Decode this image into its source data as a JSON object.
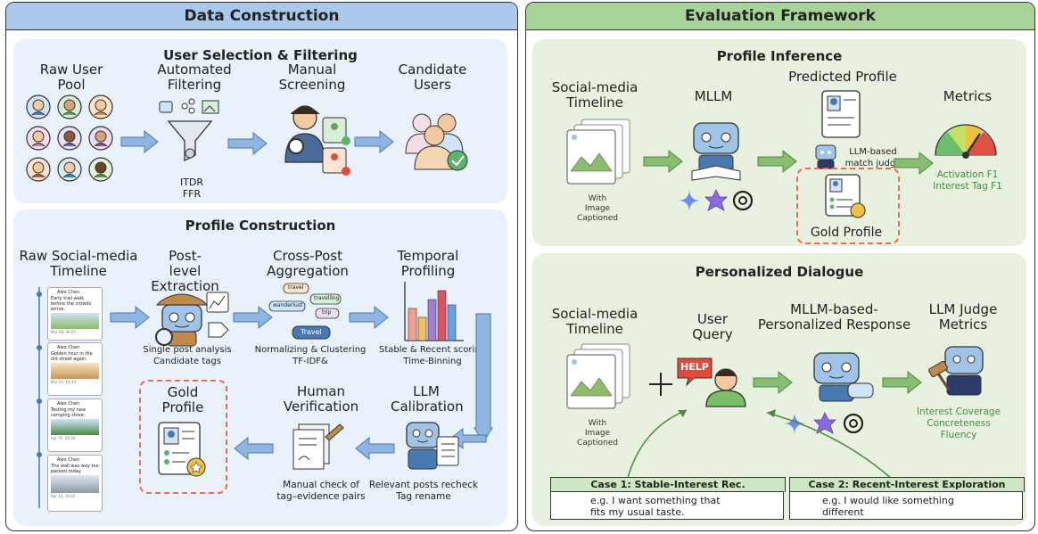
{
  "left_panel": {
    "title": "Data Construction",
    "user_selection": {
      "title": "User Selection & Filtering",
      "raw_user_pool": "Raw User\nPool",
      "automated_filtering": "Automated\nFiltering",
      "filter_codes": "ITDR\nFFR",
      "manual_screening": "Manual\nScreening",
      "candidate_users": "Candidate\nUsers"
    },
    "profile_construction": {
      "title": "Profile Construction",
      "raw_timeline": "Raw Social-media\nTimeline",
      "post_level": "Post-\nlevel\nExtraction",
      "post_level_caption": "Single post analysis\nCandidate tags",
      "cross_post": "Cross-Post\nAggregation",
      "cross_post_caption": "Normalizing & Clustering\nTF-IDF&",
      "temporal": "Temporal\nProfiling",
      "temporal_caption": "Stable & Recent scoring\nTime-Binning",
      "llm_calibration": "LLM\nCalibration",
      "llm_calibration_caption": "Relevant posts recheck\nTag rename",
      "human_verification": "Human\nVerification",
      "human_verification_caption": "Manual check of\ntag–evidence pairs",
      "gold_profile": "Gold\nProfile",
      "tag_words": [
        "travel",
        "travelling",
        "trip",
        "wanderlust",
        "Travel"
      ],
      "timeline_posts": [
        {
          "user": "Alex Chen",
          "text": "Early trail walk before the crowds arrive.",
          "date": "Mar 08, 08:07"
        },
        {
          "user": "Alex Chen",
          "text": "Golden hour in the old street again.",
          "date": "Mar 22, 18:43"
        },
        {
          "user": "Alex Chen",
          "text": "Testing my new camping stove.",
          "date": "Apr 05, 20:30"
        },
        {
          "user": "Alex Chen",
          "text": "The wall was way too packed today.",
          "date": "Apr 12, 16:00"
        }
      ]
    }
  },
  "right_panel": {
    "title": "Evaluation Framework",
    "profile_inference": {
      "title": "Profile Inference",
      "timeline": "Social-media\nTimeline",
      "timeline_caption": "With\nImage\nCaptioned",
      "mllm": "MLLM",
      "predicted_profile": "Predicted Profile",
      "judge": "LLM-based\nmatch judge",
      "gold_profile": "Gold Profile",
      "metrics": "Metrics",
      "metrics_list": "Activation F1\nInterest Tag F1"
    },
    "personalized_dialogue": {
      "title": "Personalized Dialogue",
      "timeline": "Social-media\nTimeline",
      "timeline_caption": "With\nImage\nCaptioned",
      "user_query": "User\nQuery",
      "help": "HELP",
      "response": "MLLM-based-\nPersonalized Response",
      "judge": "LLM Judge\nMetrics",
      "judge_metrics": "Interest Coverage\nConcreteness\nFluency",
      "case1_title": "Case 1: Stable-Interest Rec.",
      "case1_text": "e.g. I want something that\nfits my usual taste.",
      "case2_title": "Case 2: Recent-Interest Exploration",
      "case2_text": "e.g. I would like something\ndifferent"
    }
  },
  "colors": {
    "left_header": "#a9c8ec",
    "left_sub": "#e9f1fb",
    "right_header": "#a8d49a",
    "right_sub": "#e8f1e0",
    "arrow_blue": "#8fb6e2",
    "arrow_green": "#88bd72",
    "accent_dashed": "#e8704a"
  },
  "icons": [
    "user-avatar-icon",
    "funnel-icon",
    "magnifier-person-icon",
    "user-group-icon",
    "detective-robot-icon",
    "tag-cloud-icon",
    "bar-chart-icon",
    "robot-checklist-icon",
    "document-pen-icon",
    "profile-card-icon",
    "robot-reader-icon",
    "gauge-icon",
    "help-bubble-icon",
    "judge-robot-icon",
    "gemini-icon",
    "gpt-icon"
  ]
}
